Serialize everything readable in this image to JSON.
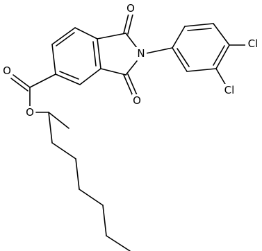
{
  "molecule": {
    "atoms": {
      "o_imide_top": "O",
      "o_imide_bottom": "O",
      "n_imide": "N",
      "cl_para": "Cl",
      "cl_meta": "Cl",
      "o_carbonyl": "O",
      "o_ester": "O"
    }
  },
  "colors": {
    "ink": "#000000",
    "background": "#ffffff"
  }
}
